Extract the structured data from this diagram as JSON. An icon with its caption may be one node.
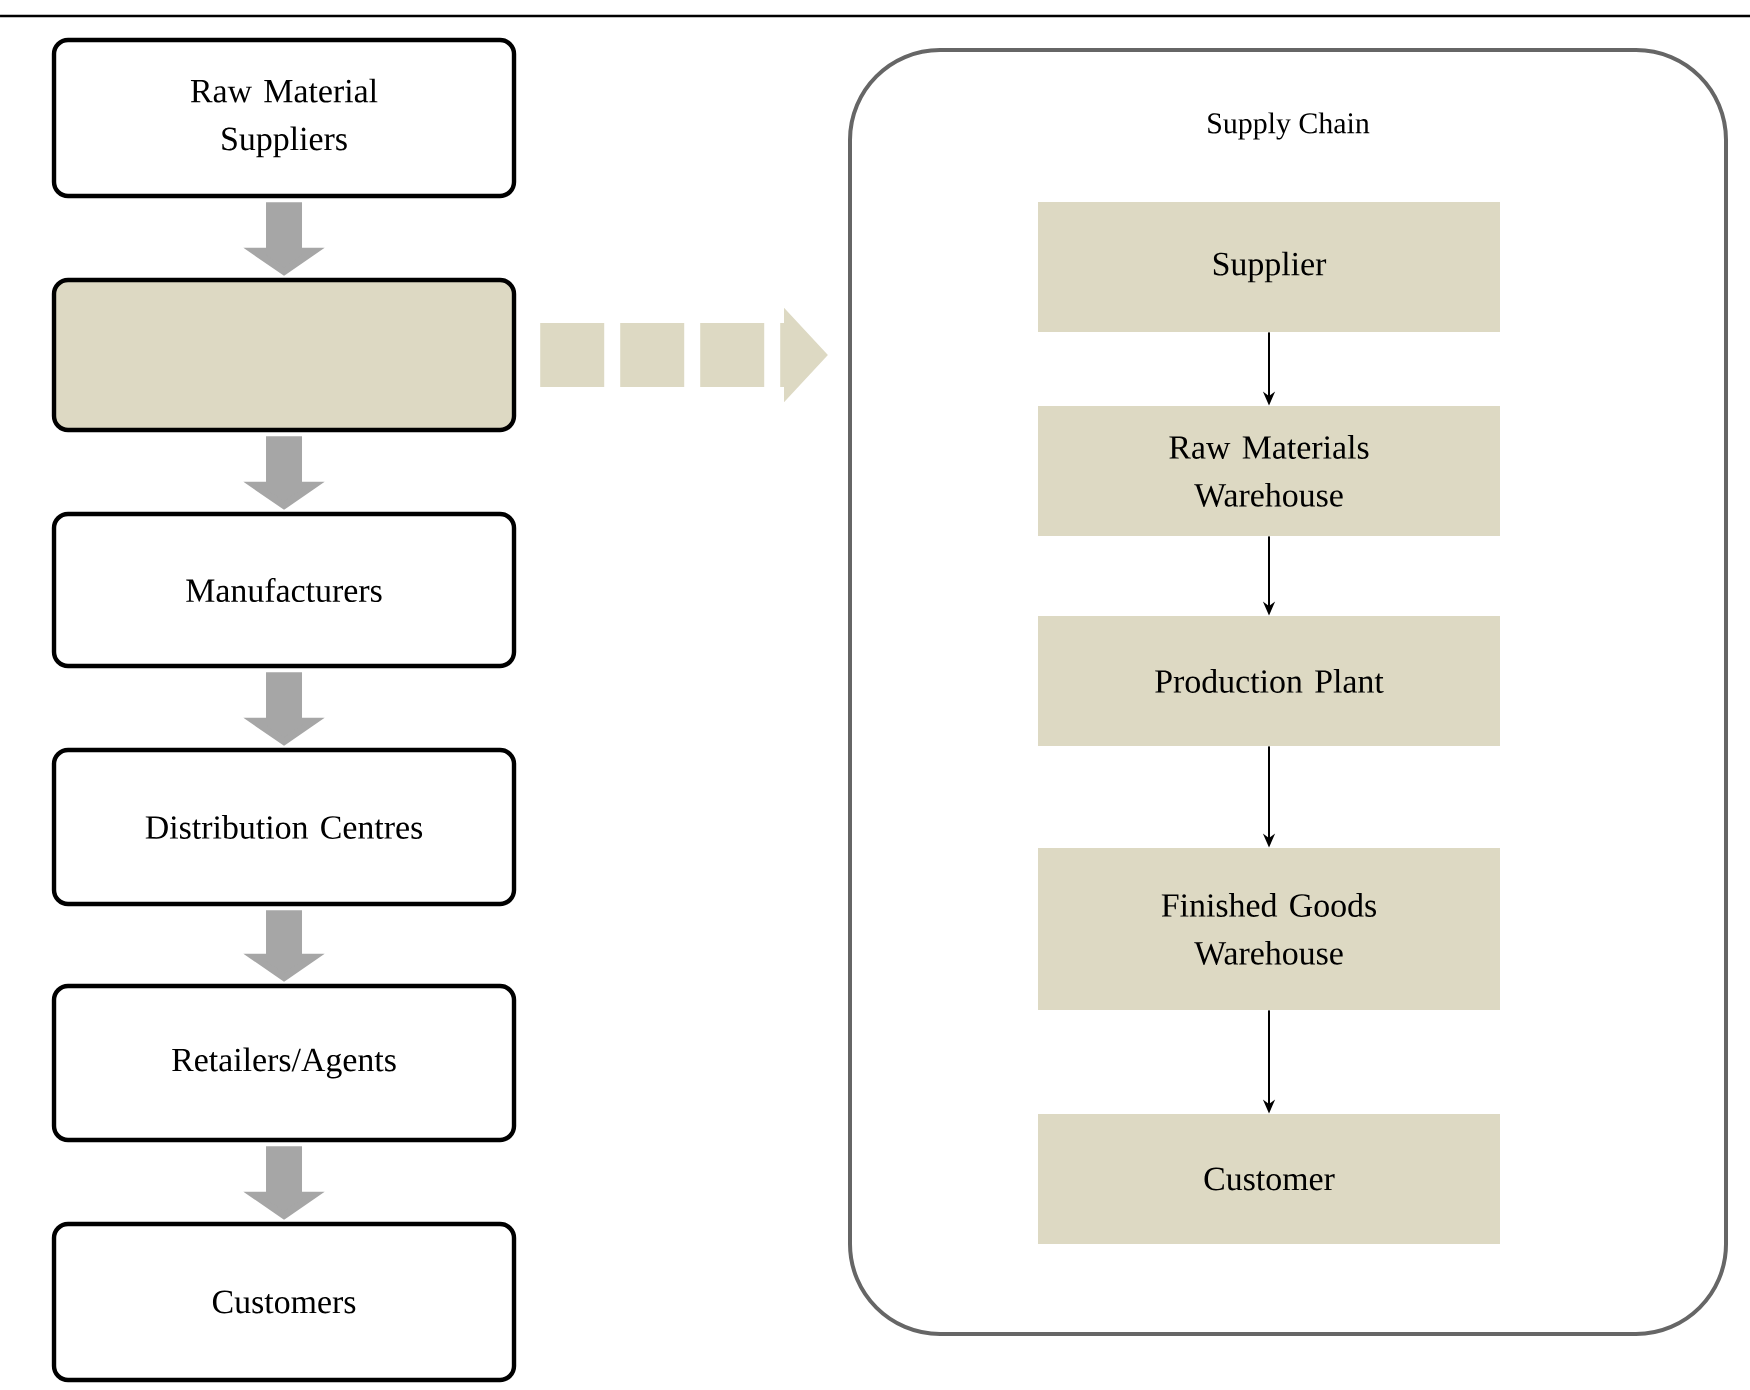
{
  "diagram": {
    "nodes": [
      {
        "text": [
          "Raw Material Suppliers"
        ]
      },
      {
        "text": [],
        "shape": "box"
      },
      {
        "text": [
          "Manufacturers"
        ]
      },
      {
        "text": [
          "Distribution Centres"
        ]
      },
      {
        "text": [
          "Retailers/Agents"
        ]
      },
      {
        "text": [
          "Customers"
        ]
      },
      {
        "text": [
          "Supply Chain"
        ]
      },
      {
        "text": [
          "Supplier"
        ],
        "in": 6
      },
      {
        "text": [
          "Raw Materials Warehouse"
        ],
        "in": 6
      },
      {
        "text": [
          "Production Plant"
        ],
        "in": 6
      },
      {
        "text": [
          "Finished Goods Warehouse"
        ],
        "in": 6
      },
      {
        "text": [
          "Customer"
        ],
        "in": 6
      }
    ],
    "edges": [
      {
        "from": 0,
        "to": 1,
        "arrow": "to",
        "color": "#a6a6a6"
      },
      {
        "from": 1,
        "to": 2,
        "arrow": "to",
        "color": "#a6a6a6"
      },
      {
        "from": 2,
        "to": 3,
        "arrow": "to",
        "color": "#a6a6a6"
      },
      {
        "from": 3,
        "to": 4,
        "arrow": "to",
        "color": "#a6a6a6"
      },
      {
        "from": 4,
        "to": 5,
        "arrow": "to",
        "color": "#a6a6a6"
      },
      {
        "from": 1,
        "to": 6,
        "arrow": "to",
        "style": "dashed",
        "color": "#ddd9c3"
      },
      {
        "from": 7,
        "to": 8,
        "arrow": "to",
        "color": "#000000"
      },
      {
        "from": 8,
        "to": 9,
        "arrow": "to",
        "color": "#000000"
      },
      {
        "from": 9,
        "to": 10,
        "arrow": "to",
        "color": "#000000"
      },
      {
        "from": 10,
        "to": 11,
        "arrow": "to",
        "color": "#000000"
      }
    ]
  }
}
